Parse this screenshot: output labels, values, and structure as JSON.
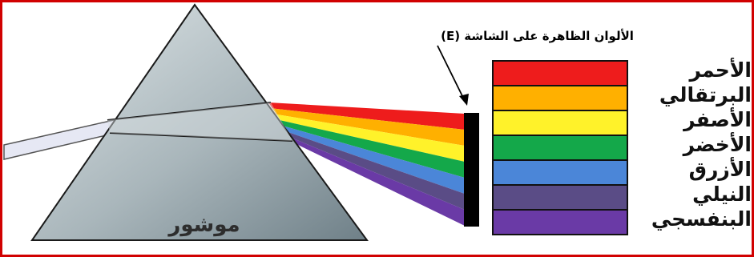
{
  "prism_label": "موشور",
  "screen_caption": "الألوان الظاهرة على الشاشة (E)",
  "spectrum": [
    {
      "name": "الأحمر",
      "color": "#ee1c1c"
    },
    {
      "name": "البرتقالي",
      "color": "#ffb000"
    },
    {
      "name": "الأصفر",
      "color": "#fff22a"
    },
    {
      "name": "الأخضر",
      "color": "#14a84a"
    },
    {
      "name": "الأزرق",
      "color": "#4b86d8"
    },
    {
      "name": "النيلي",
      "color": "#5a4c86"
    },
    {
      "name": "البنفسجي",
      "color": "#6a3aa6"
    }
  ],
  "colors": {
    "frame_border": "#d10000",
    "screen": "#000000",
    "prism_dark": "#7d8e95",
    "prism_light": "#d4dcde",
    "white_light": "#e6e8f4"
  }
}
